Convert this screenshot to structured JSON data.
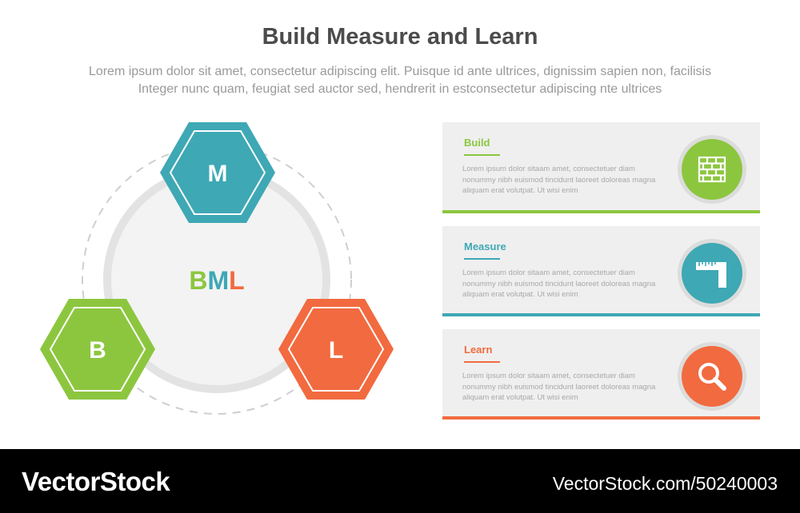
{
  "title": "Build Measure and Learn",
  "subtitle": [
    "Lorem ipsum dolor sit amet, consectetur adipiscing elit. Puisque id ante ultrices, dignissim sapien non, facilisis",
    "Integer nunc quam, feugiat sed auctor sed, hendrerit in estconsectetur adipiscing nte ultrices"
  ],
  "center_label": {
    "b": "B",
    "m": "M",
    "l": "L"
  },
  "nodes": {
    "m": "M",
    "b": "B",
    "l": "L"
  },
  "cards": [
    {
      "title": "Build",
      "body": "Lorem ipsum dolor sitaam amet, consectetuer diam nonummy  nibh euismod tincidunt laoreet doloreas magna aliquam erat volutpat. Ut wisi enim",
      "icon": "brick-wall-icon",
      "color": "#8cc63f"
    },
    {
      "title": "Measure",
      "body": "Lorem ipsum dolor sitaam amet, consectetuer diam nonummy  nibh euismod tincidunt laoreet doloreas magna aliquam erat volutpat. Ut wisi enim",
      "icon": "ruler-square-icon",
      "color": "#3ea8b5"
    },
    {
      "title": "Learn",
      "body": "Lorem ipsum dolor sitaam amet, consectetuer diam nonummy  nibh euismod tincidunt laoreet doloreas magna aliquam erat volutpat. Ut wisi enim",
      "icon": "magnifier-icon",
      "color": "#f26a3f"
    }
  ],
  "colors": {
    "build": "#8cc63f",
    "measure": "#3ea8b5",
    "learn": "#f26a3f",
    "title": "#4b4b4b"
  },
  "footer": {
    "brand": "VectorStock",
    "image_id": "VectorStock.com/50240003"
  }
}
